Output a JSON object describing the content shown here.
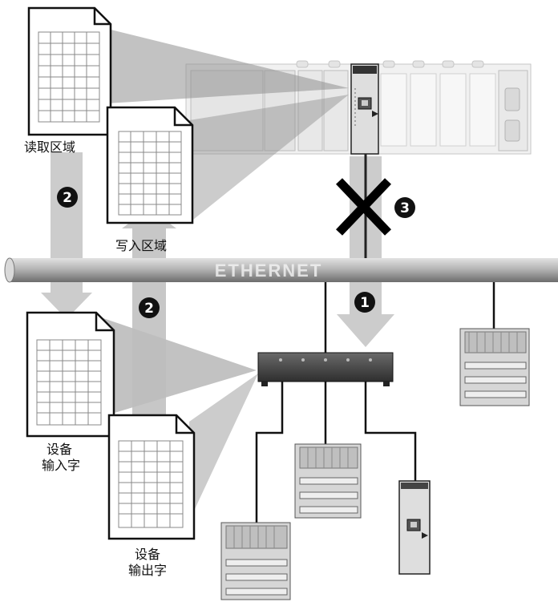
{
  "labels": {
    "read_area": "读取区域",
    "write_area": "写入区域",
    "device_input_line1": "设备",
    "device_input_line2": "输入字",
    "device_output_line1": "设备",
    "device_output_line2": "输出字"
  },
  "ethernet_label": "ETHERNET",
  "badges": {
    "switch_path": "1",
    "data_exchange_left": "2",
    "data_exchange_middle": "2",
    "blocked_link": "3"
  },
  "colors": {
    "badge_fill": "#111111",
    "badge_text": "#ffffff",
    "arrow_fill": "#c9c9c9",
    "cable": "#9a9a9a",
    "rack": "#dcdcdc"
  }
}
